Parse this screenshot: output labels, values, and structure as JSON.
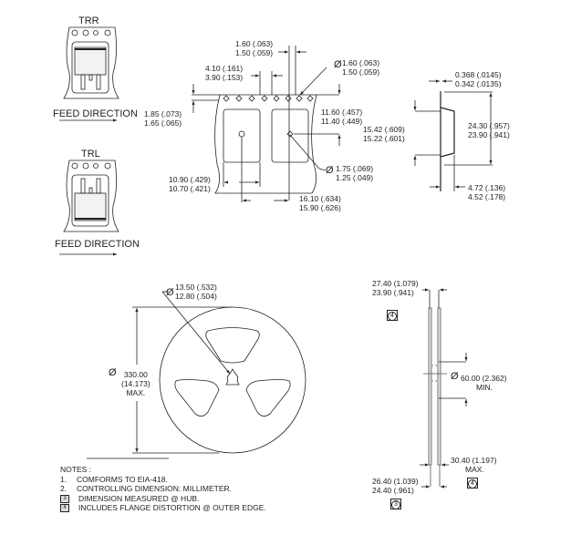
{
  "orientations": {
    "trr": {
      "label": "TRR",
      "feed": "FEED DIRECTION"
    },
    "trl": {
      "label": "TRL",
      "feed": "FEED DIRECTION"
    }
  },
  "tape_dims": {
    "pocket_pitch_top": [
      "1.60 (.063)",
      "1.50 (.059)"
    ],
    "sprocket_pitch": [
      "4.10 (.161)",
      "3.90 (.153)"
    ],
    "sprocket_dia_symbol": "Ø",
    "sprocket_dia": [
      "1.60 (.063)",
      "1.50 (.059)"
    ],
    "edge_to_hole": [
      "1.85 (.073)",
      "1.65 (.065)"
    ],
    "hole_to_center": [
      "11.60 (.457)",
      "11.40 (.449)"
    ],
    "pocket_hole_dia_symbol": "Ø",
    "pocket_hole_dia": [
      "1.75 (.069)",
      "1.25 (.049)"
    ],
    "pocket_width": [
      "10.90 (.429)",
      "10.70 (.421)"
    ],
    "pocket_pitch": [
      "16.10 (.634)",
      "15.90 (.626)"
    ]
  },
  "profile_dims": {
    "thickness": [
      "0.368 (.0145)",
      "0.342 (.0135)"
    ],
    "pocket_length": [
      "15.42 (.609)",
      "15.22 (.601)"
    ],
    "tape_width": [
      "24.30 (.957)",
      "23.90 (.941)"
    ],
    "pocket_depth": [
      "4.72 (.136)",
      "4.52 (.178)"
    ]
  },
  "reel_dims": {
    "hub_hole_symbol": "Ø",
    "hub_hole": [
      "13.50 (.532)",
      "12.80 (.504)"
    ],
    "outer_symbol": "Ø",
    "outer": [
      "330.00",
      "(14.173)",
      "MAX."
    ]
  },
  "reel_side_dims": {
    "flange_outer": [
      "27.40 (1.079)",
      "23.90 (.941)"
    ],
    "flange_outer_note": "4",
    "hub_symbol": "Ø",
    "hub": [
      "60.00 (2.362)",
      "MIN."
    ],
    "overall": [
      "30.40 (1.197)",
      "MAX."
    ],
    "overall_note": "4",
    "inner": [
      "26.40 (1.039)",
      "24.40 (.961)"
    ],
    "inner_note": "3"
  },
  "notes": {
    "title": "NOTES :",
    "items": [
      {
        "marker": "1.",
        "text": "COMFORMS TO EIA-418."
      },
      {
        "marker": "2.",
        "text": "CONTROLLING DIMENSION: MILLIMETER."
      },
      {
        "marker": "3",
        "text": "DIMENSION MEASURED @ HUB."
      },
      {
        "marker": "4",
        "text": "INCLUDES FLANGE DISTORTION @ OUTER EDGE."
      }
    ]
  }
}
